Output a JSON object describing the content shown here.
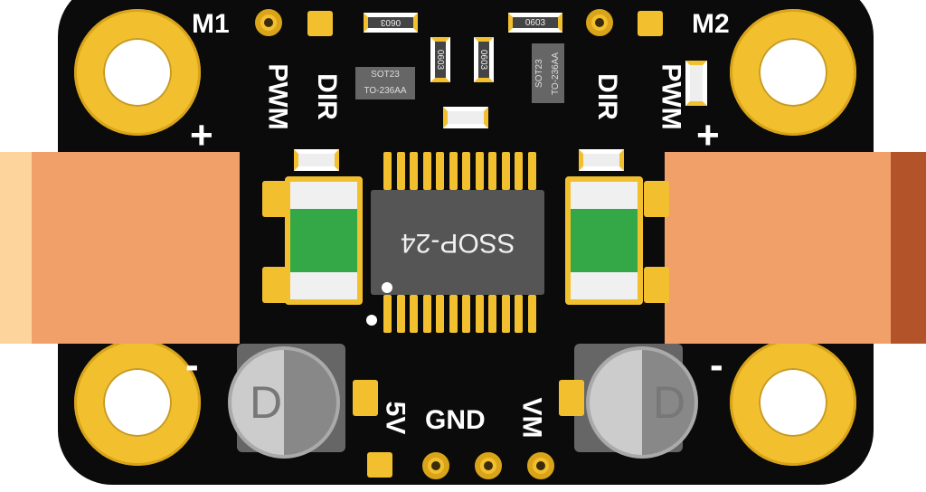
{
  "board": {
    "motor_labels": [
      "M1",
      "M2"
    ],
    "left_pins": [
      "PWM",
      "DIR"
    ],
    "right_pins": [
      "DIR",
      "PWM"
    ],
    "plus": "+",
    "minus": "-",
    "power_labels": [
      "5V",
      "GND",
      "VM"
    ],
    "ic_label": "SSOP-24",
    "capacitor_mark": "D",
    "resistor_label": "0603",
    "sot_labels": [
      "SOT23",
      "TO-236AA"
    ],
    "colors": {
      "pcb": "#0b0b0b",
      "gold": "#f2c02e",
      "terminal": "#f2a06a",
      "inductor": "#34a846"
    }
  }
}
